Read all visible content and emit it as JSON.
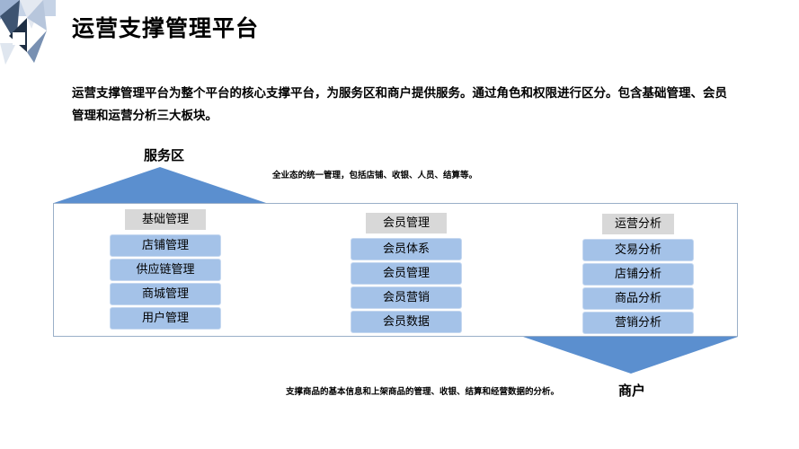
{
  "title": "运营支撑管理平台",
  "intro": "运营支撑管理平台为整个平台的核心支撑平台，为服务区和商户提供服务。通过角色和权限进行区分。包含基础管理、会员管理和运营分析三大板块。",
  "service_area": {
    "label": "服务区",
    "description": "全业态的统一管理，包括店铺、收银、人员、结算等。"
  },
  "merchant": {
    "label": "商户",
    "description": "支撑商品的基本信息和上架商品的管理、收银、结算和经营数据的分析。"
  },
  "modules": [
    {
      "name": "基础管理",
      "items": [
        "店铺管理",
        "供应链管理",
        "商城管理",
        "用户管理"
      ]
    },
    {
      "name": "会员管理",
      "items": [
        "会员体系",
        "会员管理",
        "会员营销",
        "会员数据"
      ]
    },
    {
      "name": "运营分析",
      "items": [
        "交易分析",
        "店铺分析",
        "商品分析",
        "营销分析"
      ]
    }
  ],
  "colors": {
    "arrow_blue": "#5b8fcf",
    "item_fill": "#a4c2e8",
    "header_fill": "#d8d8d8",
    "frame_border": "#9aafc8"
  },
  "icons": {
    "corner_logo": "geometric-triangles-logo"
  }
}
